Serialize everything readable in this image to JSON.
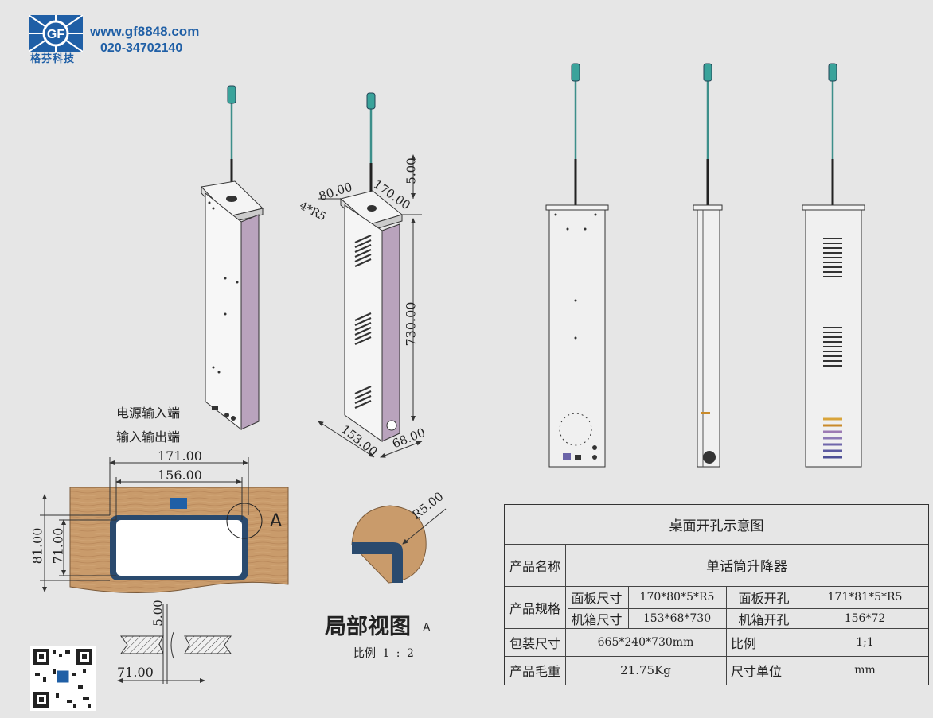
{
  "brand": {
    "name": "格芬科技",
    "website": "www.gf8848.com",
    "phone": "020-34702140"
  },
  "labels": {
    "power_input": "电源输入端",
    "io_port": "输入输出端",
    "detail_view_title": "局部视图",
    "detail_view_letter": "A",
    "detail_scale": "比例 1 : 2",
    "callout_A": "A"
  },
  "dimensions": {
    "width_80": "80.00",
    "width_170": "170.00",
    "thickness_5": "5.00",
    "radius_4r5": "4*R5",
    "height_730": "730.00",
    "depth_153": "153.00",
    "depth_68": "68.00",
    "cut_171": "171.00",
    "cut_156": "156.00",
    "cut_81": "81.00",
    "cut_71": "71.00",
    "detail_r5": "R5.00",
    "section_5": "5.00",
    "section_71": "71.00"
  },
  "table": {
    "title": "桌面开孔示意图",
    "product_name_label": "产品名称",
    "product_name_value": "单话筒升降器",
    "spec_label": "产品规格",
    "panel_size_label": "面板尺寸",
    "panel_size_value": "170*80*5*R5",
    "panel_cut_label": "面板开孔",
    "panel_cut_value": "171*81*5*R5",
    "box_size_label": "机箱尺寸",
    "box_size_value": "153*68*730",
    "box_cut_label": "机箱开孔",
    "box_cut_value": "156*72",
    "pack_label": "包装尺寸",
    "pack_value": "665*240*730mm",
    "ratio_label": "比例",
    "ratio_value": "1;1",
    "weight_label": "产品毛重",
    "weight_value": "21.75Kg",
    "unit_label": "尺寸单位",
    "unit_value": "mm"
  },
  "colors": {
    "brand_blue": "#1f5fa6",
    "wood": "#c79a6a",
    "side_panel": "#b9a3bd",
    "frame_navy": "#2a4a6e",
    "mic_teal": "#3aa39b"
  }
}
